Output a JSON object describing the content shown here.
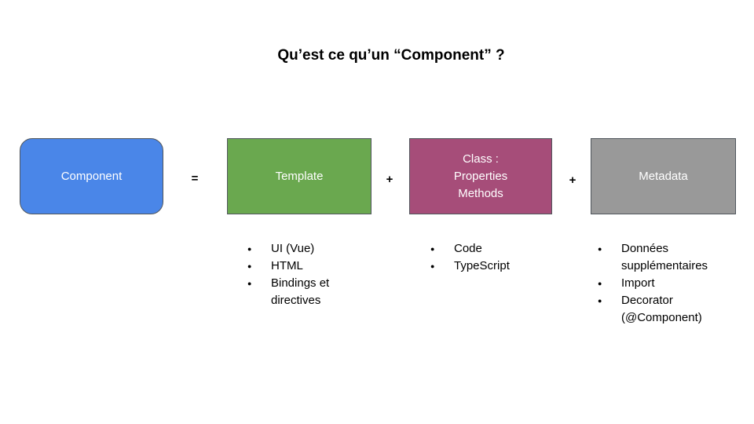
{
  "title": "Qu’est ce qu’un “Component” ?",
  "bullet_char": "●",
  "operators": {
    "equals": "=",
    "plus1": "+",
    "plus2": "+"
  },
  "boxes": {
    "component": {
      "label": "Component",
      "fill": "#4a86e8",
      "border": "#50565c"
    },
    "template": {
      "label": "Template",
      "fill": "#6aa84f",
      "border": "#50565c"
    },
    "class": {
      "lines": [
        "Class :",
        "Properties",
        "Methods"
      ],
      "fill": "#a64d79",
      "border": "#50565c"
    },
    "metadata": {
      "label": "Metadata",
      "fill": "#999999",
      "border": "#50565c"
    }
  },
  "lists": {
    "template": [
      "UI (Vue)",
      "HTML",
      "Bindings et directives"
    ],
    "class": [
      "Code",
      "TypeScript"
    ],
    "metadata": [
      "Données supplémentaires",
      "Import",
      "Decorator (@Component)"
    ]
  }
}
